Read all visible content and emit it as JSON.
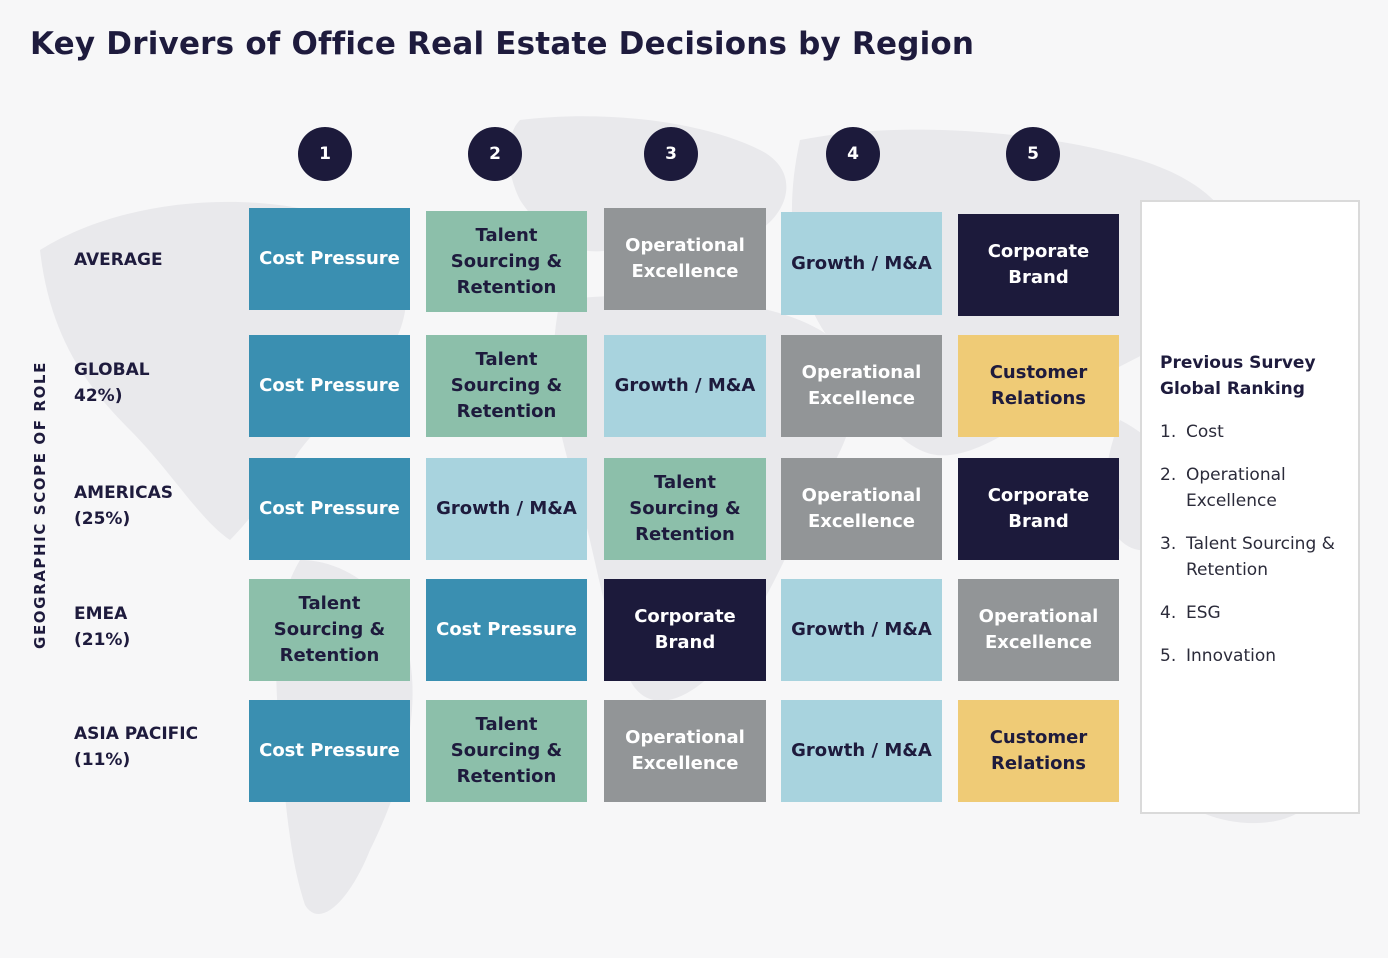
{
  "title": "Key Drivers of Office Real Estate Decisions by Region",
  "axis_label": "GEOGRAPHIC SCOPE OF ROLE",
  "ranks": [
    "1",
    "2",
    "3",
    "4",
    "5"
  ],
  "rows": [
    {
      "label_line1": "AVERAGE",
      "label_line2": "",
      "cells": [
        "Cost Pressure",
        "Talent Sourcing & Retention",
        "Operational Excellence",
        "Growth / M&A",
        "Corporate Brand"
      ]
    },
    {
      "label_line1": "GLOBAL",
      "label_line2": "42%)",
      "cells": [
        "Cost Pressure",
        "Talent Sourcing & Retention",
        "Growth / M&A",
        "Operational Excellence",
        "Customer Relations"
      ]
    },
    {
      "label_line1": "AMERICAS",
      "label_line2": "(25%)",
      "cells": [
        "Cost Pressure",
        "Growth / M&A",
        "Talent Sourcing & Retention",
        "Operational Excellence",
        "Corporate Brand"
      ]
    },
    {
      "label_line1": "EMEA",
      "label_line2": "(21%)",
      "cells": [
        "Talent Sourcing & Retention",
        "Cost Pressure",
        "Corporate Brand",
        "Growth / M&A",
        "Operational Excellence"
      ]
    },
    {
      "label_line1": "ASIA PACIFIC",
      "label_line2": "(11%)",
      "cells": [
        "Cost Pressure",
        "Talent Sourcing & Retention",
        "Operational Excellence",
        "Growth / M&A",
        "Customer Relations"
      ]
    }
  ],
  "colors": {
    "Cost Pressure": "#3a8fb1",
    "Talent Sourcing & Retention": "#8cbfaa",
    "Operational Excellence": "#929597",
    "Growth / M&A": "#a8d3de",
    "Corporate Brand": "#1c1a3b",
    "Customer Relations": "#efcb76"
  },
  "side_panel": {
    "title": "Previous Survey Global Ranking",
    "items": [
      {
        "num": "1.",
        "text": "Cost"
      },
      {
        "num": "2.",
        "text": "Operational Excellence"
      },
      {
        "num": "3.",
        "text": "Talent Sourcing & Retention"
      },
      {
        "num": "4.",
        "text": "ESG"
      },
      {
        "num": "5.",
        "text": "Innovation"
      }
    ]
  }
}
